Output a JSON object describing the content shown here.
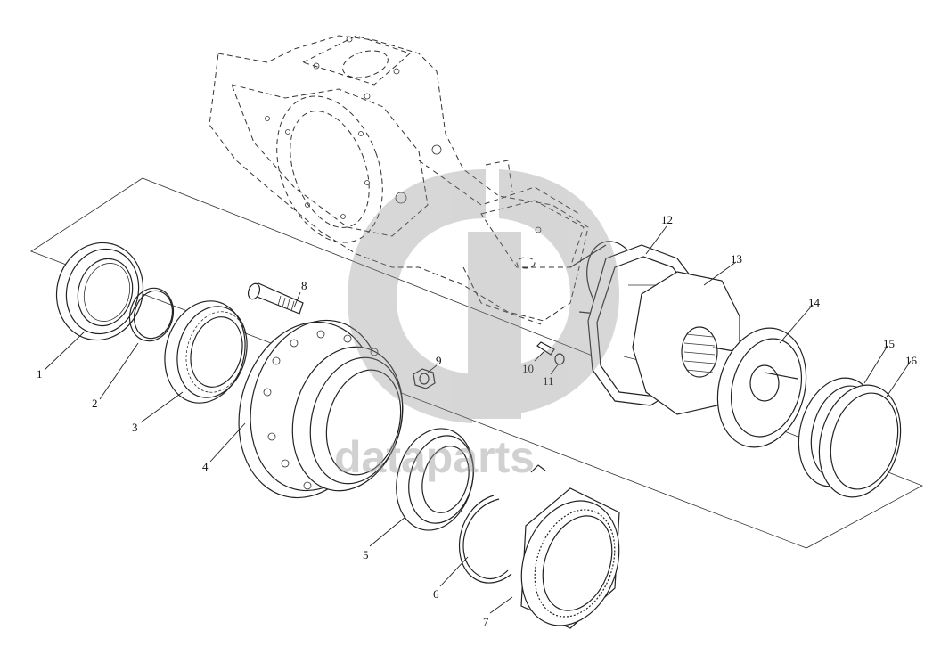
{
  "diagram": {
    "callouts": [
      "1",
      "2",
      "3",
      "4",
      "5",
      "6",
      "7",
      "8",
      "9",
      "10",
      "11",
      "12",
      "13",
      "14",
      "15",
      "16"
    ]
  },
  "watermark": {
    "text": "dataparts",
    "color": "#9a9a9a"
  }
}
